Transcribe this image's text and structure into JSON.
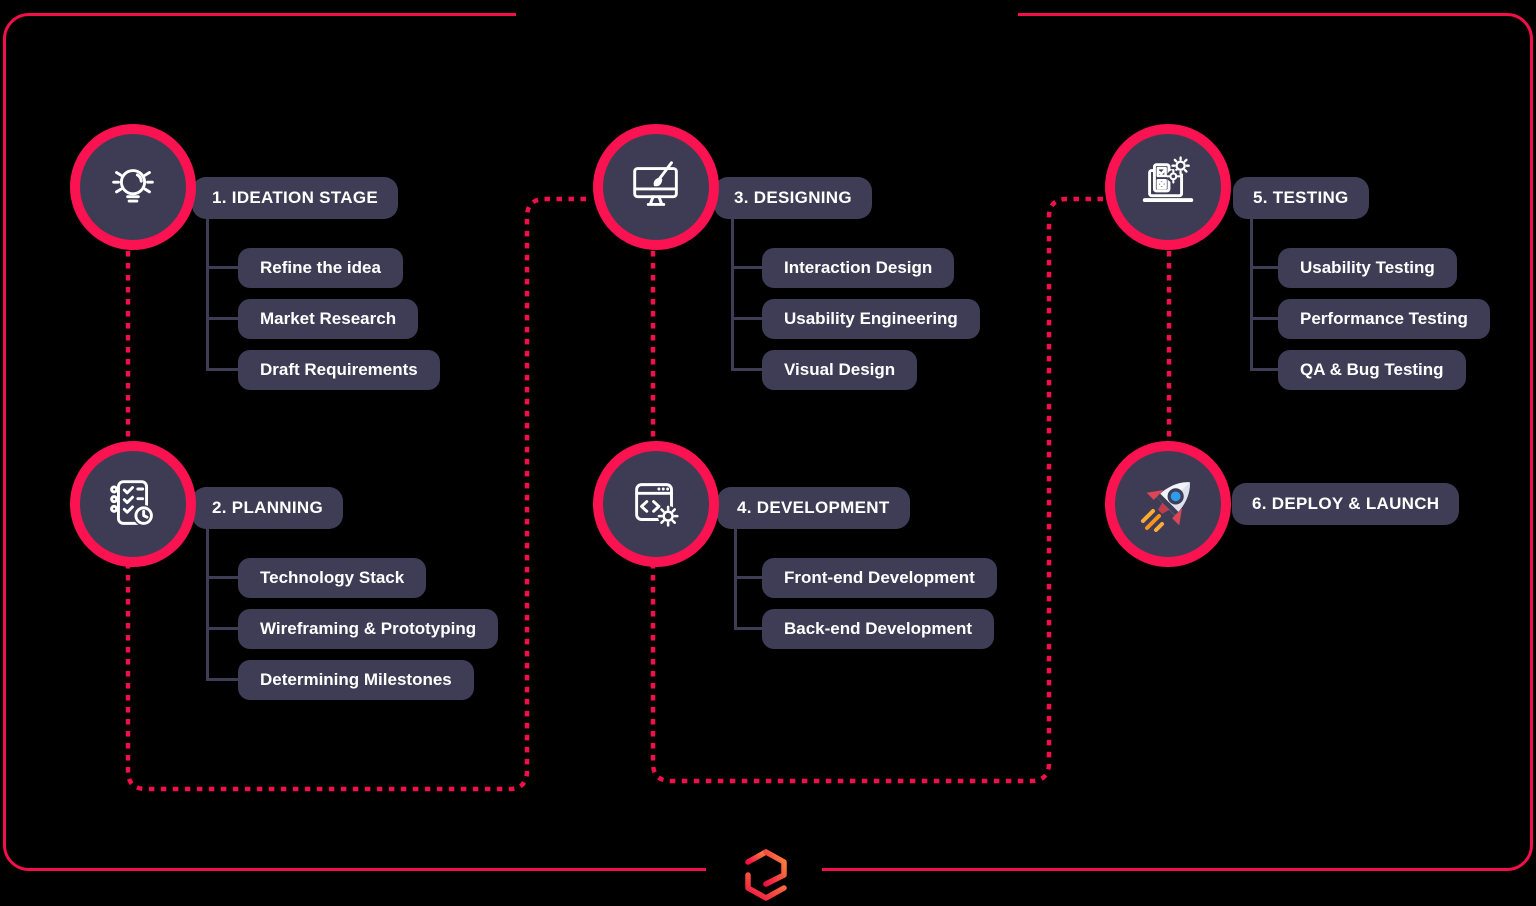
{
  "colors": {
    "background": "#000000",
    "accent_red": "#F20F4A",
    "ring_red": "#FB1250",
    "node_fill": "#3E3C54",
    "pill_fill": "#3F3D55",
    "text": "#FFFFFF",
    "logo_orange": "#FF8A3C",
    "logo_red": "#F01045",
    "rocket_window_blue": "#2D9CEC",
    "rocket_fin_red": "#DD4557",
    "rocket_flame_orange": "#F7941D"
  },
  "stages": [
    {
      "title": "1. IDEATION STAGE",
      "icon": "lightbulb-icon",
      "items": [
        "Refine the idea",
        "Market Research",
        "Draft Requirements"
      ]
    },
    {
      "title": "2. PLANNING",
      "icon": "checklist-clock-icon",
      "items": [
        "Technology Stack",
        "Wireframing & Prototyping",
        "Determining Milestones"
      ]
    },
    {
      "title": "3. DESIGNING",
      "icon": "design-monitor-icon",
      "items": [
        "Interaction Design",
        "Usability Engineering",
        "Visual Design"
      ]
    },
    {
      "title": "4. DEVELOPMENT",
      "icon": "code-window-icon",
      "items": [
        "Front-end Development",
        "Back-end Development"
      ]
    },
    {
      "title": "5. TESTING",
      "icon": "testing-laptop-icon",
      "items": [
        "Usability Testing",
        "Performance Testing",
        "QA & Bug Testing"
      ]
    },
    {
      "title": "6. DEPLOY & LAUNCH",
      "icon": "rocket-icon",
      "items": []
    }
  ],
  "logo": {
    "name": "cube-logo"
  }
}
